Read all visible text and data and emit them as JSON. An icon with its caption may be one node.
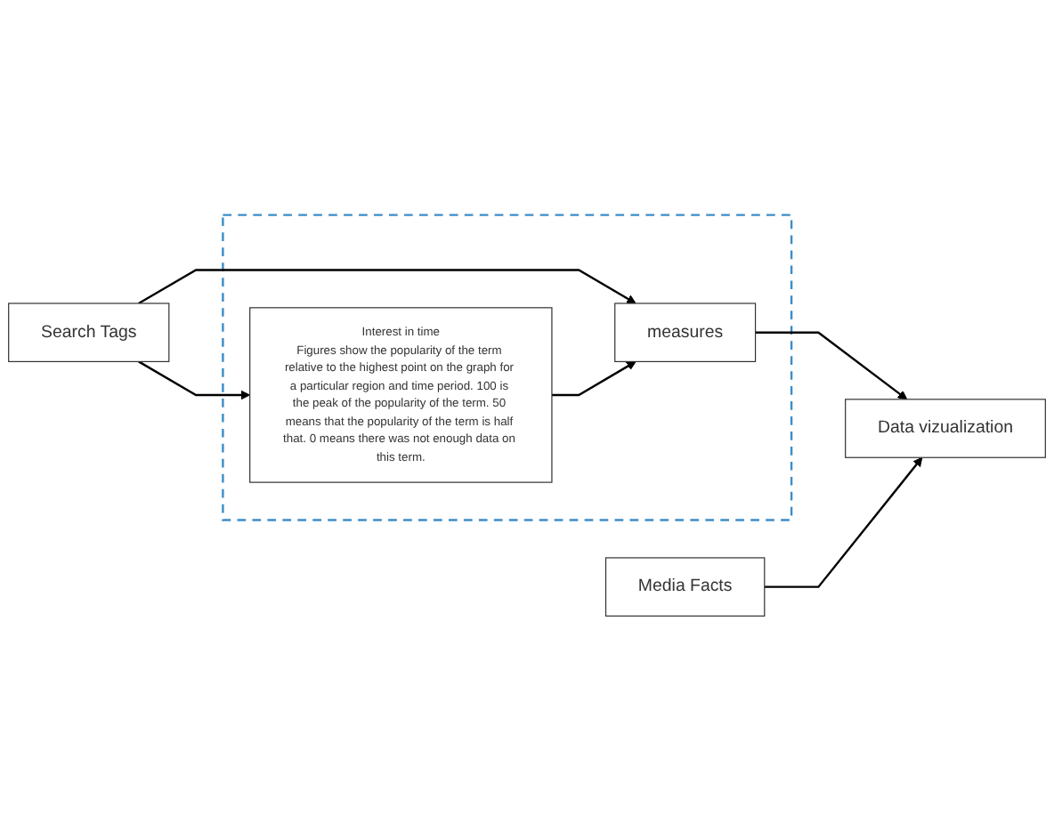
{
  "diagram": {
    "nodes": [
      {
        "text": [
          "Search Tags"
        ]
      },
      {
        "text": [],
        "shape": "box"
      },
      {
        "text": [
          "Interest in time",
          "Figures show the popularity of the term relative to the highest point on the graph for a particular region and time period. 100 is the peak of the popularity of the term. 50 means that the popularity of the term is half that. 0 means there was not enough data on this term."
        ],
        "in": 1
      },
      {
        "text": [
          "measures"
        ],
        "in": 1
      },
      {
        "text": [
          "Data vizualization"
        ]
      },
      {
        "text": [
          "Media Facts"
        ]
      }
    ],
    "edges": [
      {
        "from": 0,
        "to": 2,
        "arrow": "to"
      },
      {
        "from": 0,
        "to": 3,
        "arrow": "to"
      },
      {
        "from": 2,
        "to": 3,
        "arrow": "to"
      },
      {
        "from": 3,
        "to": 4,
        "arrow": "to"
      },
      {
        "from": 5,
        "to": 4,
        "arrow": "to"
      }
    ]
  }
}
